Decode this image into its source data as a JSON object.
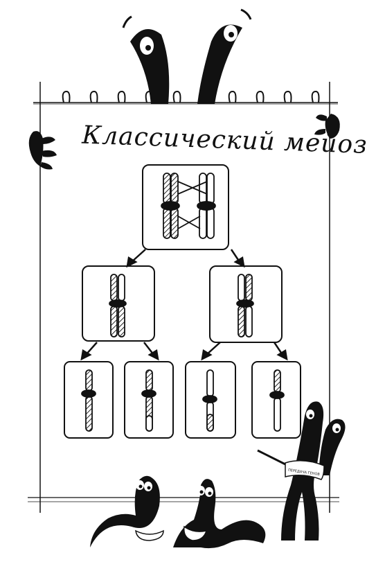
{
  "title": "Классический мейоз",
  "colors": {
    "ink": "#111111",
    "paper": "#ffffff",
    "hatch": "#222222"
  },
  "characters": {
    "big_character_belt_text": "ПЕРЕДАЧА ГЕНОВ"
  },
  "diagram": {
    "levels": [
      {
        "label": "",
        "cells": 1
      },
      {
        "label": "",
        "cells": 2
      },
      {
        "label": "",
        "cells": 4
      }
    ]
  }
}
